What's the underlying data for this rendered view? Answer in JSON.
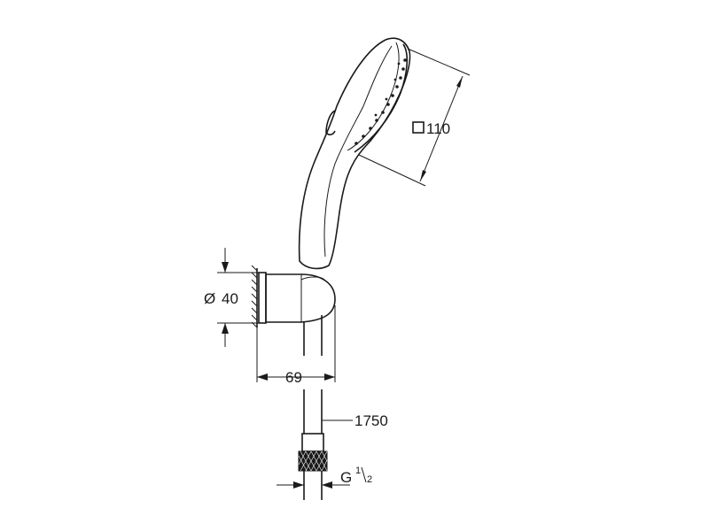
{
  "dimensions": {
    "head_size": "110",
    "head_size_symbol": "square",
    "holder_diameter": "40",
    "holder_diameter_symbol": "Ø",
    "holder_depth": "69",
    "hose_length": "1750",
    "connection_thread_prefix": "G",
    "connection_thread_numerator": "1",
    "connection_thread_denominator": "2"
  }
}
